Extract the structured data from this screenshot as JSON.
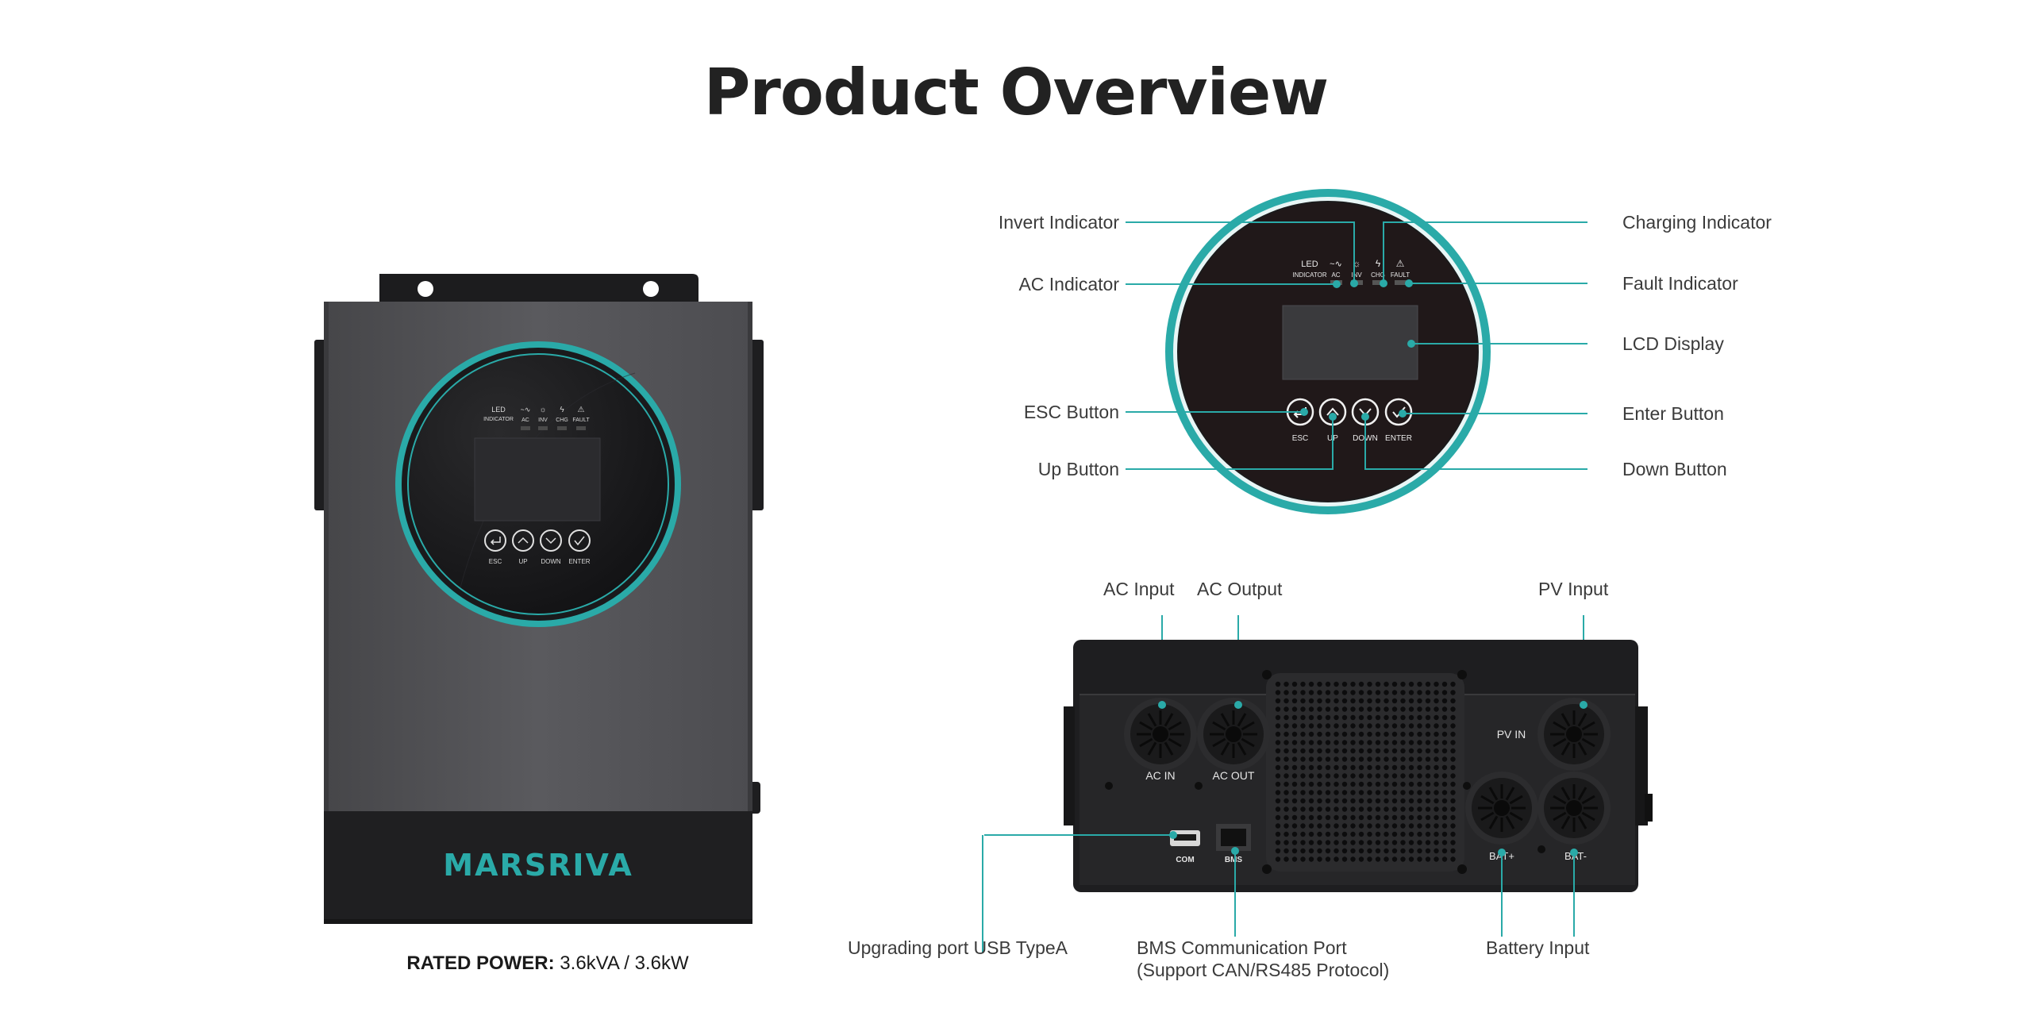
{
  "title": "Product Overview",
  "rated_power": {
    "label": "RATED POWER:",
    "value": "3.6kVA / 3.6kW"
  },
  "brand": "MARSRIVA",
  "accent_color": "#2aaaa8",
  "front_panel": {
    "led_label_line1": "LED",
    "led_label_line2": "INDICATOR",
    "indicators": [
      "AC",
      "INV",
      "CHG",
      "FAULT"
    ],
    "buttons": [
      "ESC",
      "UP",
      "DOWN",
      "ENTER"
    ]
  },
  "bottom_panel": {
    "ports": {
      "ac_in": "AC IN",
      "ac_out": "AC OUT",
      "pv_in": "PV IN",
      "bat_plus": "BAT+",
      "bat_minus": "BAT-",
      "com": "COM",
      "bms": "BMS"
    }
  },
  "callouts": {
    "invert_indicator": "Invert Indicator",
    "ac_indicator": "AC Indicator",
    "esc_button": "ESC Button",
    "up_button": "Up Button",
    "charging_indicator": "Charging Indicator",
    "fault_indicator": "Fault Indicator",
    "lcd_display": "LCD Display",
    "enter_button": "Enter Button",
    "down_button": "Down Button",
    "ac_input": "AC Input",
    "ac_output": "AC Output",
    "pv_input": "PV Input",
    "usb_port": "Upgrading port USB TypeA",
    "bms_port_line1": "BMS Communication Port",
    "bms_port_line2": "(Support CAN/RS485 Protocol)",
    "battery_input": "Battery Input"
  }
}
